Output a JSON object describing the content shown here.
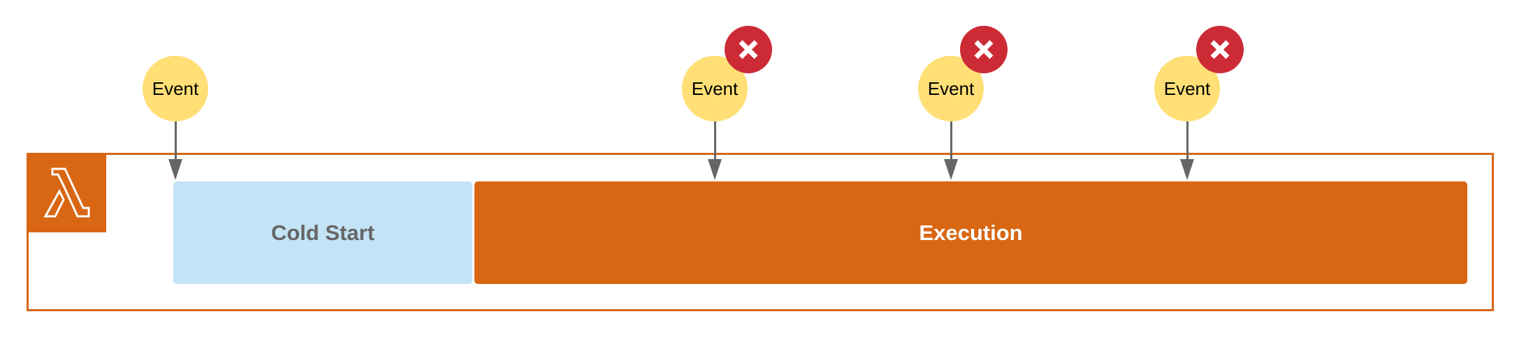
{
  "diagram": {
    "title": "Lambda invocation timeline",
    "function_icon": "lambda-icon",
    "phases": [
      {
        "id": "cold",
        "label": "Cold Start"
      },
      {
        "id": "exec",
        "label": "Execution"
      }
    ],
    "events": [
      {
        "label": "Event",
        "status": "accepted"
      },
      {
        "label": "Event",
        "status": "rejected",
        "badge_icon": "error-x-icon"
      },
      {
        "label": "Event",
        "status": "rejected",
        "badge_icon": "error-x-icon"
      },
      {
        "label": "Event",
        "status": "rejected",
        "badge_icon": "error-x-icon"
      }
    ],
    "colors": {
      "lambda_orange": "#D86613",
      "cold_start_blue": "#C3E4F6",
      "event_yellow": "#FFDF76",
      "error_red": "#CC2B36",
      "arrow_gray": "#666666"
    }
  }
}
